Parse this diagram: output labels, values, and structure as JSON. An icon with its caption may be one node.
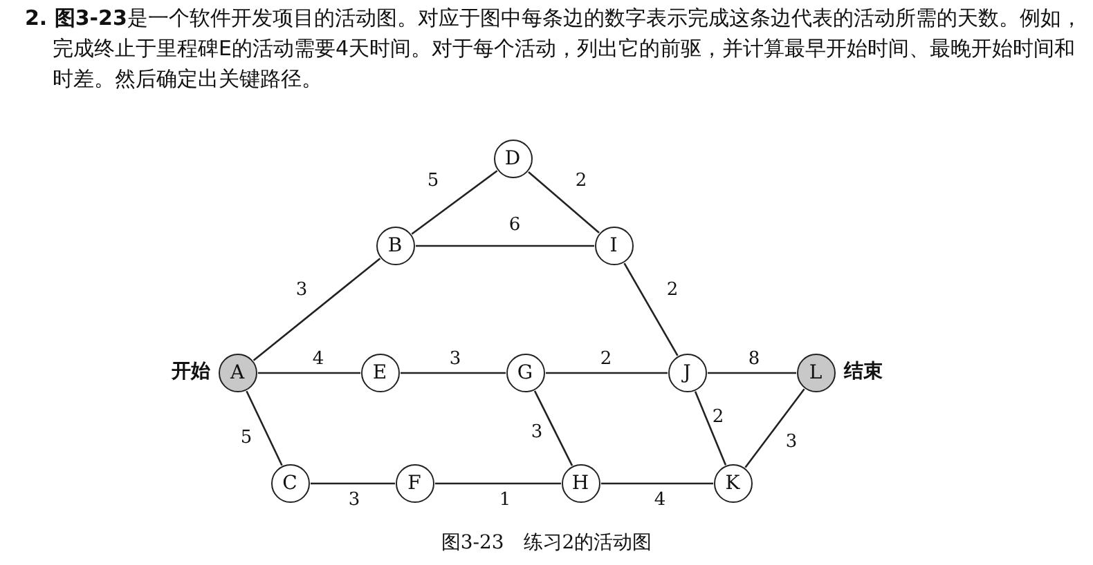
{
  "diagram": {
    "caption": "图3-23　练习2的活动图",
    "nodes": [
      {
        "text": [
          "A"
        ],
        "beside": [
          "开始"
        ]
      },
      {
        "text": [
          "B"
        ]
      },
      {
        "text": [
          "C"
        ]
      },
      {
        "text": [
          "D"
        ]
      },
      {
        "text": [
          "E"
        ]
      },
      {
        "text": [
          "F"
        ]
      },
      {
        "text": [
          "G"
        ]
      },
      {
        "text": [
          "H"
        ]
      },
      {
        "text": [
          "I"
        ]
      },
      {
        "text": [
          "J"
        ]
      },
      {
        "text": [
          "K"
        ]
      },
      {
        "text": [
          "L"
        ],
        "beside": [
          "结束"
        ]
      }
    ],
    "edges": [
      {
        "from": 1,
        "to": 3,
        "arrow": "none",
        "label": "5"
      },
      {
        "from": 3,
        "to": 8,
        "arrow": "none",
        "label": "2"
      },
      {
        "from": 1,
        "to": 8,
        "arrow": "none",
        "label": "6"
      },
      {
        "from": 0,
        "to": 1,
        "arrow": "none",
        "label": "3"
      },
      {
        "from": 8,
        "to": 9,
        "arrow": "none",
        "label": "2"
      },
      {
        "from": 0,
        "to": 4,
        "arrow": "none",
        "label": "4"
      },
      {
        "from": 4,
        "to": 6,
        "arrow": "none",
        "label": "3"
      },
      {
        "from": 6,
        "to": 9,
        "arrow": "none",
        "label": "2"
      },
      {
        "from": 9,
        "to": 11,
        "arrow": "none",
        "label": "8"
      },
      {
        "from": 0,
        "to": 2,
        "arrow": "none",
        "label": "5"
      },
      {
        "from": 2,
        "to": 5,
        "arrow": "none",
        "label": "3"
      },
      {
        "from": 5,
        "to": 7,
        "arrow": "none",
        "label": "1"
      },
      {
        "from": 7,
        "to": 10,
        "arrow": "none",
        "label": "4"
      },
      {
        "from": 6,
        "to": 7,
        "arrow": "none",
        "label": "3"
      },
      {
        "from": 9,
        "to": 10,
        "arrow": "none",
        "label": "2"
      },
      {
        "from": 10,
        "to": 11,
        "arrow": "none",
        "label": "3"
      }
    ],
    "labels": [
      "**2. 图3-23**是一个软件开发项目的活动图。对应于图中每条边的数字表示完成这条边代表的活动所需的天数。例如，完成终止于里程碑E的活动需要4天时间。对于每个活动，列出它的前驱，并计算最早开始时间、最晚开始时间和时差。然后确定出关键路径。"
    ]
  }
}
